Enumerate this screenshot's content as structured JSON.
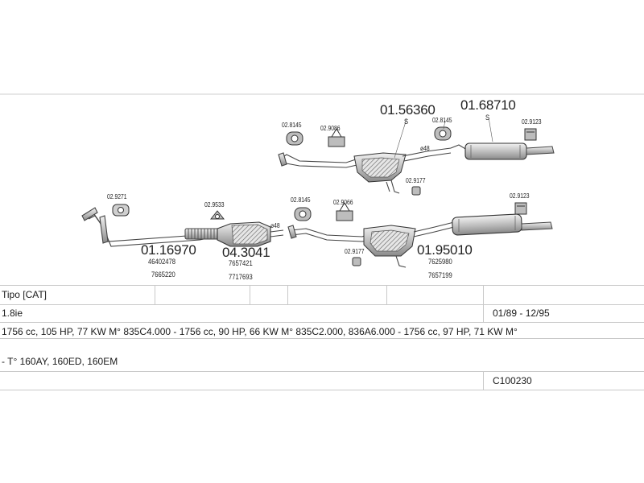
{
  "diagram": {
    "parts": {
      "downpipe": {
        "number": "01.16970",
        "refs": [
          "46402478",
          "7665220"
        ],
        "gasket": "02.9271"
      },
      "catalyst": {
        "number": "04.3041",
        "refs": [
          "7657421",
          "7717693"
        ],
        "clamp": "02.9533",
        "pipe_size": "ø48"
      },
      "upper_middle": {
        "number": "01.56360",
        "suffix": "S",
        "mount1": "02.8145",
        "mount2": "02.9086",
        "clamp": "02.9177",
        "pipe_size": "ø48"
      },
      "upper_rear": {
        "number": "01.68710",
        "suffix": "S",
        "mount1": "02.8145",
        "mount2": "02.9123"
      },
      "lower_middle": {
        "number": "01.95010",
        "refs": [
          "7625980",
          "7657199"
        ],
        "mount1": "02.8145",
        "mount2": "02.9066",
        "clamp": "02.9177",
        "mount3": "02.9123"
      }
    }
  },
  "table": {
    "model": "Tipo  [CAT]",
    "engine": "1.8ie",
    "years": "01/89 - 12/95",
    "specs": "1756 cc, 105 HP, 77 KW M° 835C4.000 - 1756 cc, 90 HP, 66 KW M° 835C2.000, 836A6.000 - 1756 cc, 97 HP, 71 KW M°",
    "types": "- T° 160AY, 160ED, 160EM",
    "code": "C100230"
  }
}
